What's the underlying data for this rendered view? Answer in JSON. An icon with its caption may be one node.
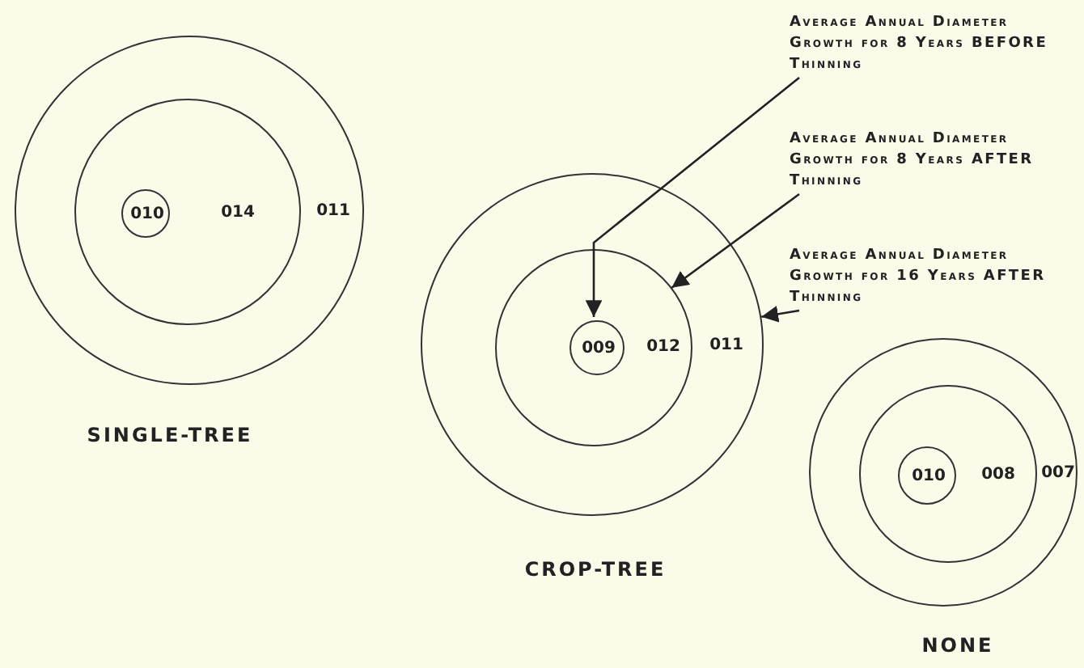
{
  "diagram": {
    "nodes": [
      {
        "text": [
          "011"
        ]
      },
      {
        "text": [
          "014"
        ],
        "in": 0
      },
      {
        "text": [
          "010"
        ],
        "in": 1
      },
      {
        "text": [
          "Average Annual Diameter Growth for 8 Years BEFORE Thinning"
        ]
      },
      {
        "text": [
          "Average Annual Diameter Growth for 8 Years AFTER Thinning"
        ]
      },
      {
        "text": [
          "011"
        ]
      },
      {
        "text": [
          "012"
        ],
        "in": 5
      },
      {
        "text": [
          "009"
        ],
        "in": 6
      },
      {
        "text": [
          "Average Annual Diameter Growth for 16 Years AFTER Thinning"
        ]
      },
      {
        "text": [
          "007"
        ]
      },
      {
        "text": [
          "008"
        ],
        "in": 9
      },
      {
        "text": [
          "010"
        ],
        "in": 10
      }
    ],
    "edges": [
      {
        "from": 3,
        "to": 7,
        "arrow": "to"
      },
      {
        "from": 4,
        "to": 6,
        "arrow": "to"
      },
      {
        "from": 8,
        "to": 5,
        "arrow": "to"
      }
    ],
    "labels": [
      "SINGLE-TREE",
      "CROP-TREE",
      "NONE"
    ]
  }
}
